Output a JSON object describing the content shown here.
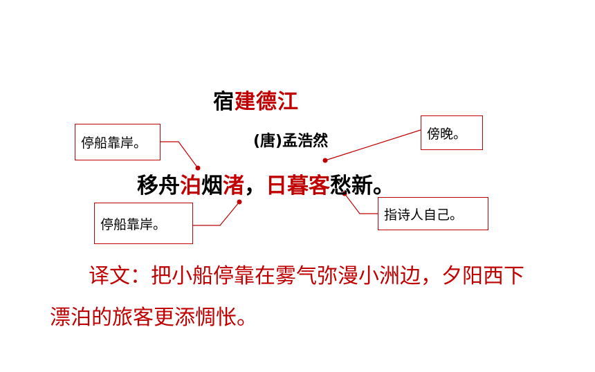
{
  "title": {
    "plain": "宿",
    "highlight": "建德江"
  },
  "author": "(唐)孟浩然",
  "verse": {
    "p1": "移舟",
    "p2": "泊",
    "p3": "烟",
    "p4": "渚",
    "p5": "，",
    "p6": "日暮客",
    "p7": "愁新。"
  },
  "notes": {
    "bo": "停船靠岸。",
    "zhu": "停船靠岸。",
    "rimu": "傍晚。",
    "ke": "指诗人自己。"
  },
  "translation": {
    "line1": "译文：把小船停靠在雾气弥漫小洲边，夕阳西下",
    "line2": "漂泊的旅客更添惆怅。"
  },
  "colors": {
    "accent": "#c00000",
    "text": "#000000"
  }
}
